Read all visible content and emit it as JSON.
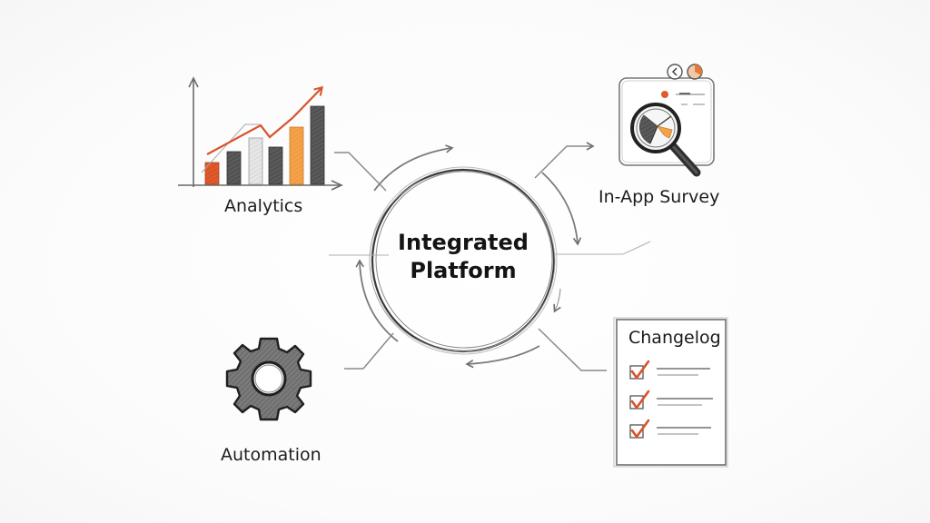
{
  "diagram": {
    "center": {
      "line1": "Integrated",
      "line2": "Platform"
    },
    "nodes": [
      {
        "id": "analytics",
        "label": "Analytics",
        "icon": "bar-chart-trend-icon"
      },
      {
        "id": "in-app-survey",
        "label": "In-App Survey",
        "icon": "magnifier-survey-window-icon"
      },
      {
        "id": "changelog",
        "label": "Changelog",
        "icon": "checklist-document-icon",
        "checklist_items": 3
      },
      {
        "id": "automation",
        "label": "Automation",
        "icon": "gear-icon"
      }
    ],
    "colors": {
      "accent_orange": "#e0592a",
      "accent_light_orange": "#f4a24a",
      "pencil_gray": "#6f6f6f",
      "dark_gray": "#4a4a4a",
      "text": "#1d1d1d"
    },
    "style": "hand-drawn pencil sketch"
  }
}
